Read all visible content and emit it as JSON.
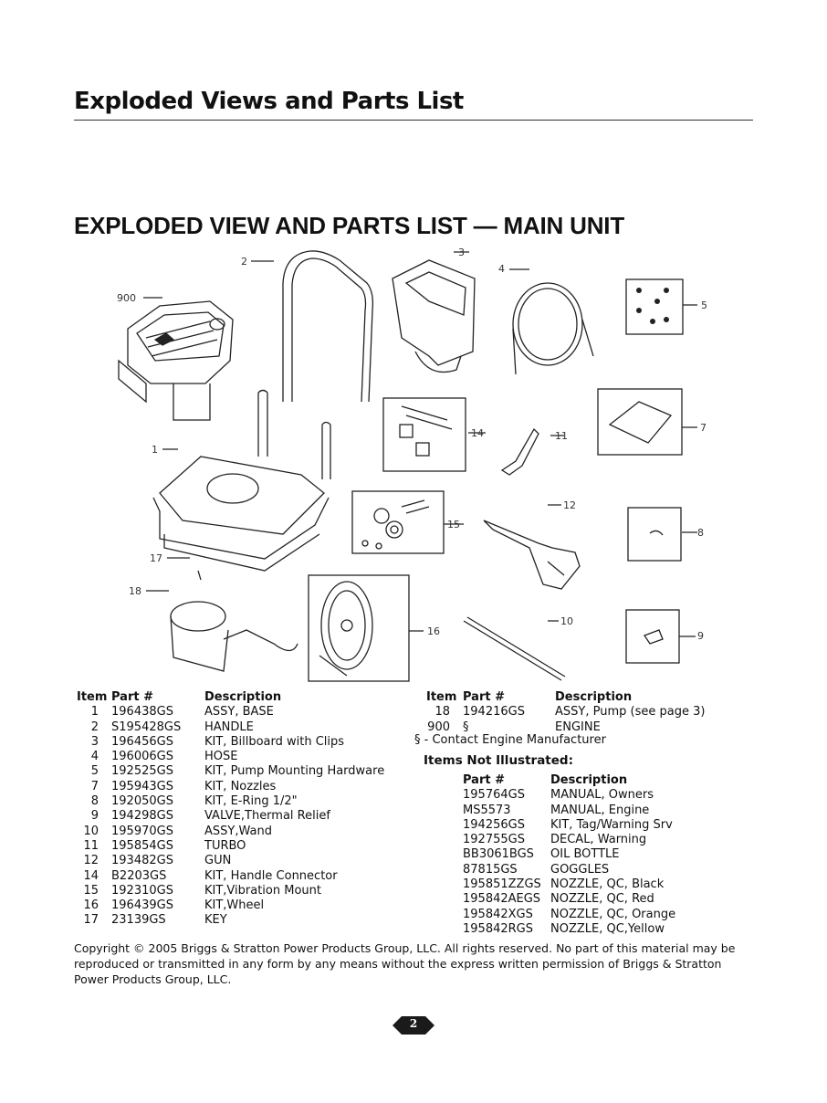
{
  "header": {
    "title": "Exploded Views and Parts List"
  },
  "section": {
    "title": "EXPLODED VIEW AND PARTS LIST — MAIN UNIT"
  },
  "callouts": [
    "900",
    "2",
    "3",
    "4",
    "5",
    "1",
    "14",
    "11",
    "7",
    "12",
    "15",
    "8",
    "17",
    "18",
    "16",
    "10",
    "9"
  ],
  "table_left": {
    "headers": {
      "item": "Item",
      "part": "Part #",
      "desc": "Description"
    },
    "rows": [
      {
        "item": "1",
        "part": "196438GS",
        "desc": "ASSY, BASE"
      },
      {
        "item": "2",
        "part": "S195428GS",
        "desc": "HANDLE"
      },
      {
        "item": "3",
        "part": "196456GS",
        "desc": "KIT, Billboard with Clips"
      },
      {
        "item": "4",
        "part": "196006GS",
        "desc": "HOSE"
      },
      {
        "item": "5",
        "part": "192525GS",
        "desc": "KIT, Pump Mounting Hardware"
      },
      {
        "item": "7",
        "part": "195943GS",
        "desc": "KIT, Nozzles"
      },
      {
        "item": "8",
        "part": "192050GS",
        "desc": "KIT, E-Ring 1/2\""
      },
      {
        "item": "9",
        "part": "194298GS",
        "desc": "VALVE,Thermal Relief"
      },
      {
        "item": "10",
        "part": "195970GS",
        "desc": "ASSY,Wand"
      },
      {
        "item": "11",
        "part": "195854GS",
        "desc": "TURBO"
      },
      {
        "item": "12",
        "part": "193482GS",
        "desc": "GUN"
      },
      {
        "item": "14",
        "part": "B2203GS",
        "desc": "KIT, Handle Connector"
      },
      {
        "item": "15",
        "part": "192310GS",
        "desc": "KIT,Vibration Mount"
      },
      {
        "item": "16",
        "part": "196439GS",
        "desc": "KIT,Wheel"
      },
      {
        "item": "17",
        "part": "23139GS",
        "desc": "KEY"
      }
    ]
  },
  "table_right": {
    "headers": {
      "item": "Item",
      "part": "Part #",
      "desc": "Description"
    },
    "rows": [
      {
        "item": "18",
        "part": "194216GS",
        "desc": "ASSY, Pump (see page 3)"
      },
      {
        "item": "900",
        "part": "§",
        "desc": "ENGINE"
      }
    ],
    "note": "§ - Contact Engine Manufacturer"
  },
  "not_illustrated": {
    "title": "Items Not Illustrated:",
    "headers": {
      "part": "Part #",
      "desc": "Description"
    },
    "rows": [
      {
        "part": "195764GS",
        "desc": "MANUAL, Owners"
      },
      {
        "part": "MS5573",
        "desc": "MANUAL, Engine"
      },
      {
        "part": "194256GS",
        "desc": "KIT, Tag/Warning Srv"
      },
      {
        "part": "192755GS",
        "desc": "DECAL, Warning"
      },
      {
        "part": "BB3061BGS",
        "desc": "OIL BOTTLE"
      },
      {
        "part": "87815GS",
        "desc": "GOGGLES"
      },
      {
        "part": "195851ZZGS",
        "desc": "NOZZLE, QC, Black"
      },
      {
        "part": "195842AEGS",
        "desc": "NOZZLE, QC, Red"
      },
      {
        "part": "195842XGS",
        "desc": "NOZZLE, QC, Orange"
      },
      {
        "part": "195842RGS",
        "desc": "NOZZLE, QC,Yellow"
      }
    ]
  },
  "footer": {
    "copyright": "Copyright © 2005 Briggs & Stratton Power Products Group, LLC.  All rights reserved.  No part of this material may be reproduced or transmitted in any form by any means without the express written permission of Briggs & Stratton Power Products Group, LLC.",
    "page_number": "2"
  }
}
